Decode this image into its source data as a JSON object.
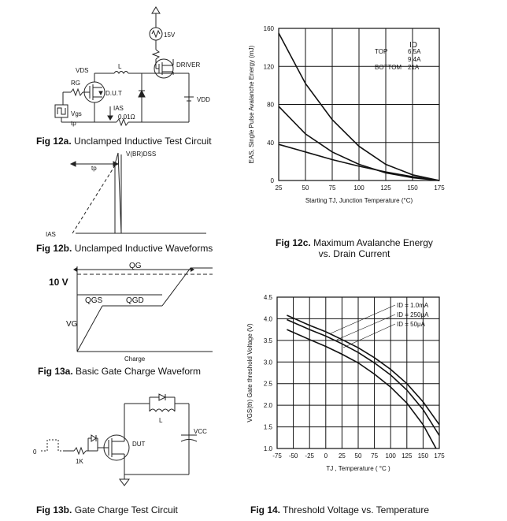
{
  "fig12a": {
    "caption_num": "Fig 12a.",
    "caption_text": "Unclamped Inductive Test Circuit",
    "labels": {
      "v15": "15V",
      "driver": "DRIVER",
      "vds": "VDS",
      "l": "L",
      "rg": "RG",
      "dut": "D.U.T",
      "ias": "IAS",
      "vdd": "VDD",
      "vgs": "Vgs",
      "tp": "tp",
      "res": "0.01Ω"
    }
  },
  "fig12b": {
    "caption_num": "Fig 12b.",
    "caption_text": "Unclamped Inductive Waveforms",
    "labels": {
      "vbr": "V(BR)DSS",
      "tp": "tp",
      "ias": "IAS"
    }
  },
  "fig13a": {
    "caption_num": "Fig 13a.",
    "caption_text": "Basic Gate Charge Waveform",
    "labels": {
      "ten_v": "10 V",
      "qg": "QG",
      "qgs": "QGS",
      "qgd": "QGD",
      "vg": "VG",
      "charge": "Charge"
    }
  },
  "fig13b": {
    "caption_num": "Fig 13b.",
    "caption_text": "Gate Charge Test Circuit",
    "labels": {
      "l": "L",
      "dut": "DUT",
      "vcc": "VCC",
      "r1k": "1K",
      "src": "0"
    }
  },
  "fig12c": {
    "caption_num": "Fig 12c.",
    "caption_line1": "Maximum Avalanche Energy",
    "caption_line2": "vs. Drain Current",
    "legend": {
      "header": "ID",
      "rows": [
        {
          "label": "TOP",
          "value": "6.5A"
        },
        {
          "label": "",
          "value": "9.4A"
        },
        {
          "label": "BOTTOM",
          "value": "21A"
        }
      ]
    },
    "chart_data": {
      "type": "line",
      "xlabel": "Starting TJ, Junction Temperature (°C)",
      "ylabel": "EAS, Single Pulse Avalanche Energy (mJ)",
      "xlim": [
        25,
        175
      ],
      "ylim": [
        0,
        160
      ],
      "xticks": [
        25,
        50,
        75,
        100,
        125,
        150,
        175
      ],
      "yticks": [
        0,
        40,
        80,
        120,
        160
      ],
      "grid": true,
      "series": [
        {
          "x": [
            25,
            50,
            75,
            100,
            125,
            150,
            175
          ],
          "y": [
            155,
            102,
            64,
            36,
            17,
            6,
            0
          ]
        },
        {
          "x": [
            25,
            50,
            75,
            100,
            125,
            150,
            175
          ],
          "y": [
            78,
            49,
            30,
            17,
            8,
            3,
            0
          ]
        },
        {
          "x": [
            25,
            50,
            75,
            100,
            125,
            150,
            175
          ],
          "y": [
            38,
            30,
            22,
            15,
            9,
            4,
            0
          ]
        }
      ]
    }
  },
  "fig14": {
    "caption_num": "Fig 14.",
    "caption_text": "Threshold Voltage vs. Temperature",
    "legend": [
      {
        "label": "ID = 1.0mA"
      },
      {
        "label": "ID = 250μA"
      },
      {
        "label": "ID = 50μA"
      }
    ],
    "chart_data": {
      "type": "line",
      "xlabel": "TJ , Temperature ( °C )",
      "ylabel": "VGS(th) Gate threshold Voltage (V)",
      "xlim": [
        -75,
        175
      ],
      "ylim": [
        1.0,
        4.5
      ],
      "xticks": [
        -75,
        -50,
        -25,
        0,
        25,
        50,
        75,
        100,
        125,
        150,
        175
      ],
      "yticks": [
        1.0,
        1.5,
        2.0,
        2.5,
        3.0,
        3.5,
        4.0,
        4.5
      ],
      "grid": true,
      "series": [
        {
          "x": [
            -60,
            -25,
            0,
            25,
            50,
            75,
            100,
            125,
            150,
            175
          ],
          "y": [
            4.08,
            3.85,
            3.7,
            3.52,
            3.33,
            3.1,
            2.83,
            2.5,
            2.08,
            1.55
          ]
        },
        {
          "x": [
            -60,
            -25,
            0,
            25,
            50,
            75,
            100,
            125,
            150,
            175
          ],
          "y": [
            3.98,
            3.75,
            3.6,
            3.42,
            3.22,
            2.98,
            2.7,
            2.35,
            1.9,
            1.3
          ]
        },
        {
          "x": [
            -60,
            -25,
            0,
            25,
            50,
            75,
            100,
            125,
            150,
            170
          ],
          "y": [
            3.75,
            3.52,
            3.36,
            3.18,
            2.98,
            2.72,
            2.42,
            2.05,
            1.55,
            1.0
          ]
        }
      ]
    }
  }
}
